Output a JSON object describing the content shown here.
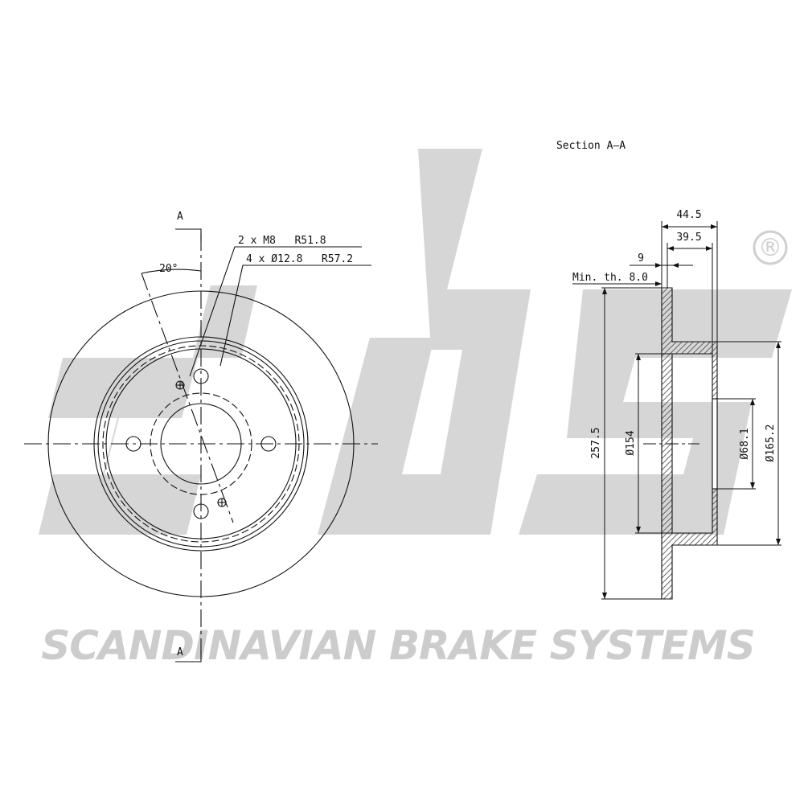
{
  "watermark": {
    "logo_text": "sbs",
    "registered_mark": "®",
    "tagline": "SCANDINAVIAN BRAKE SYSTEMS",
    "color": "#d4d4d4"
  },
  "front_view": {
    "section_mark_top": "A",
    "section_mark_bottom": "A",
    "angle_label": "20°",
    "callout_threads": "2 x M8   R51.8",
    "callout_holes": "4 x Ø12.8   R57.2"
  },
  "section_view": {
    "title": "Section A–A",
    "dim_overall_height": "44.5",
    "dim_hat_height": "39.5",
    "dim_thickness": "9",
    "dim_min_thickness": "Min. th. 8.0",
    "dim_disc_diameter": "257.5",
    "dim_hat_inner_diameter": "Ø154",
    "dim_center_bore": "Ø68.1",
    "dim_hat_outer_diameter": "Ø165.2"
  },
  "colors": {
    "line": "#111111",
    "hatch": "#555555"
  }
}
